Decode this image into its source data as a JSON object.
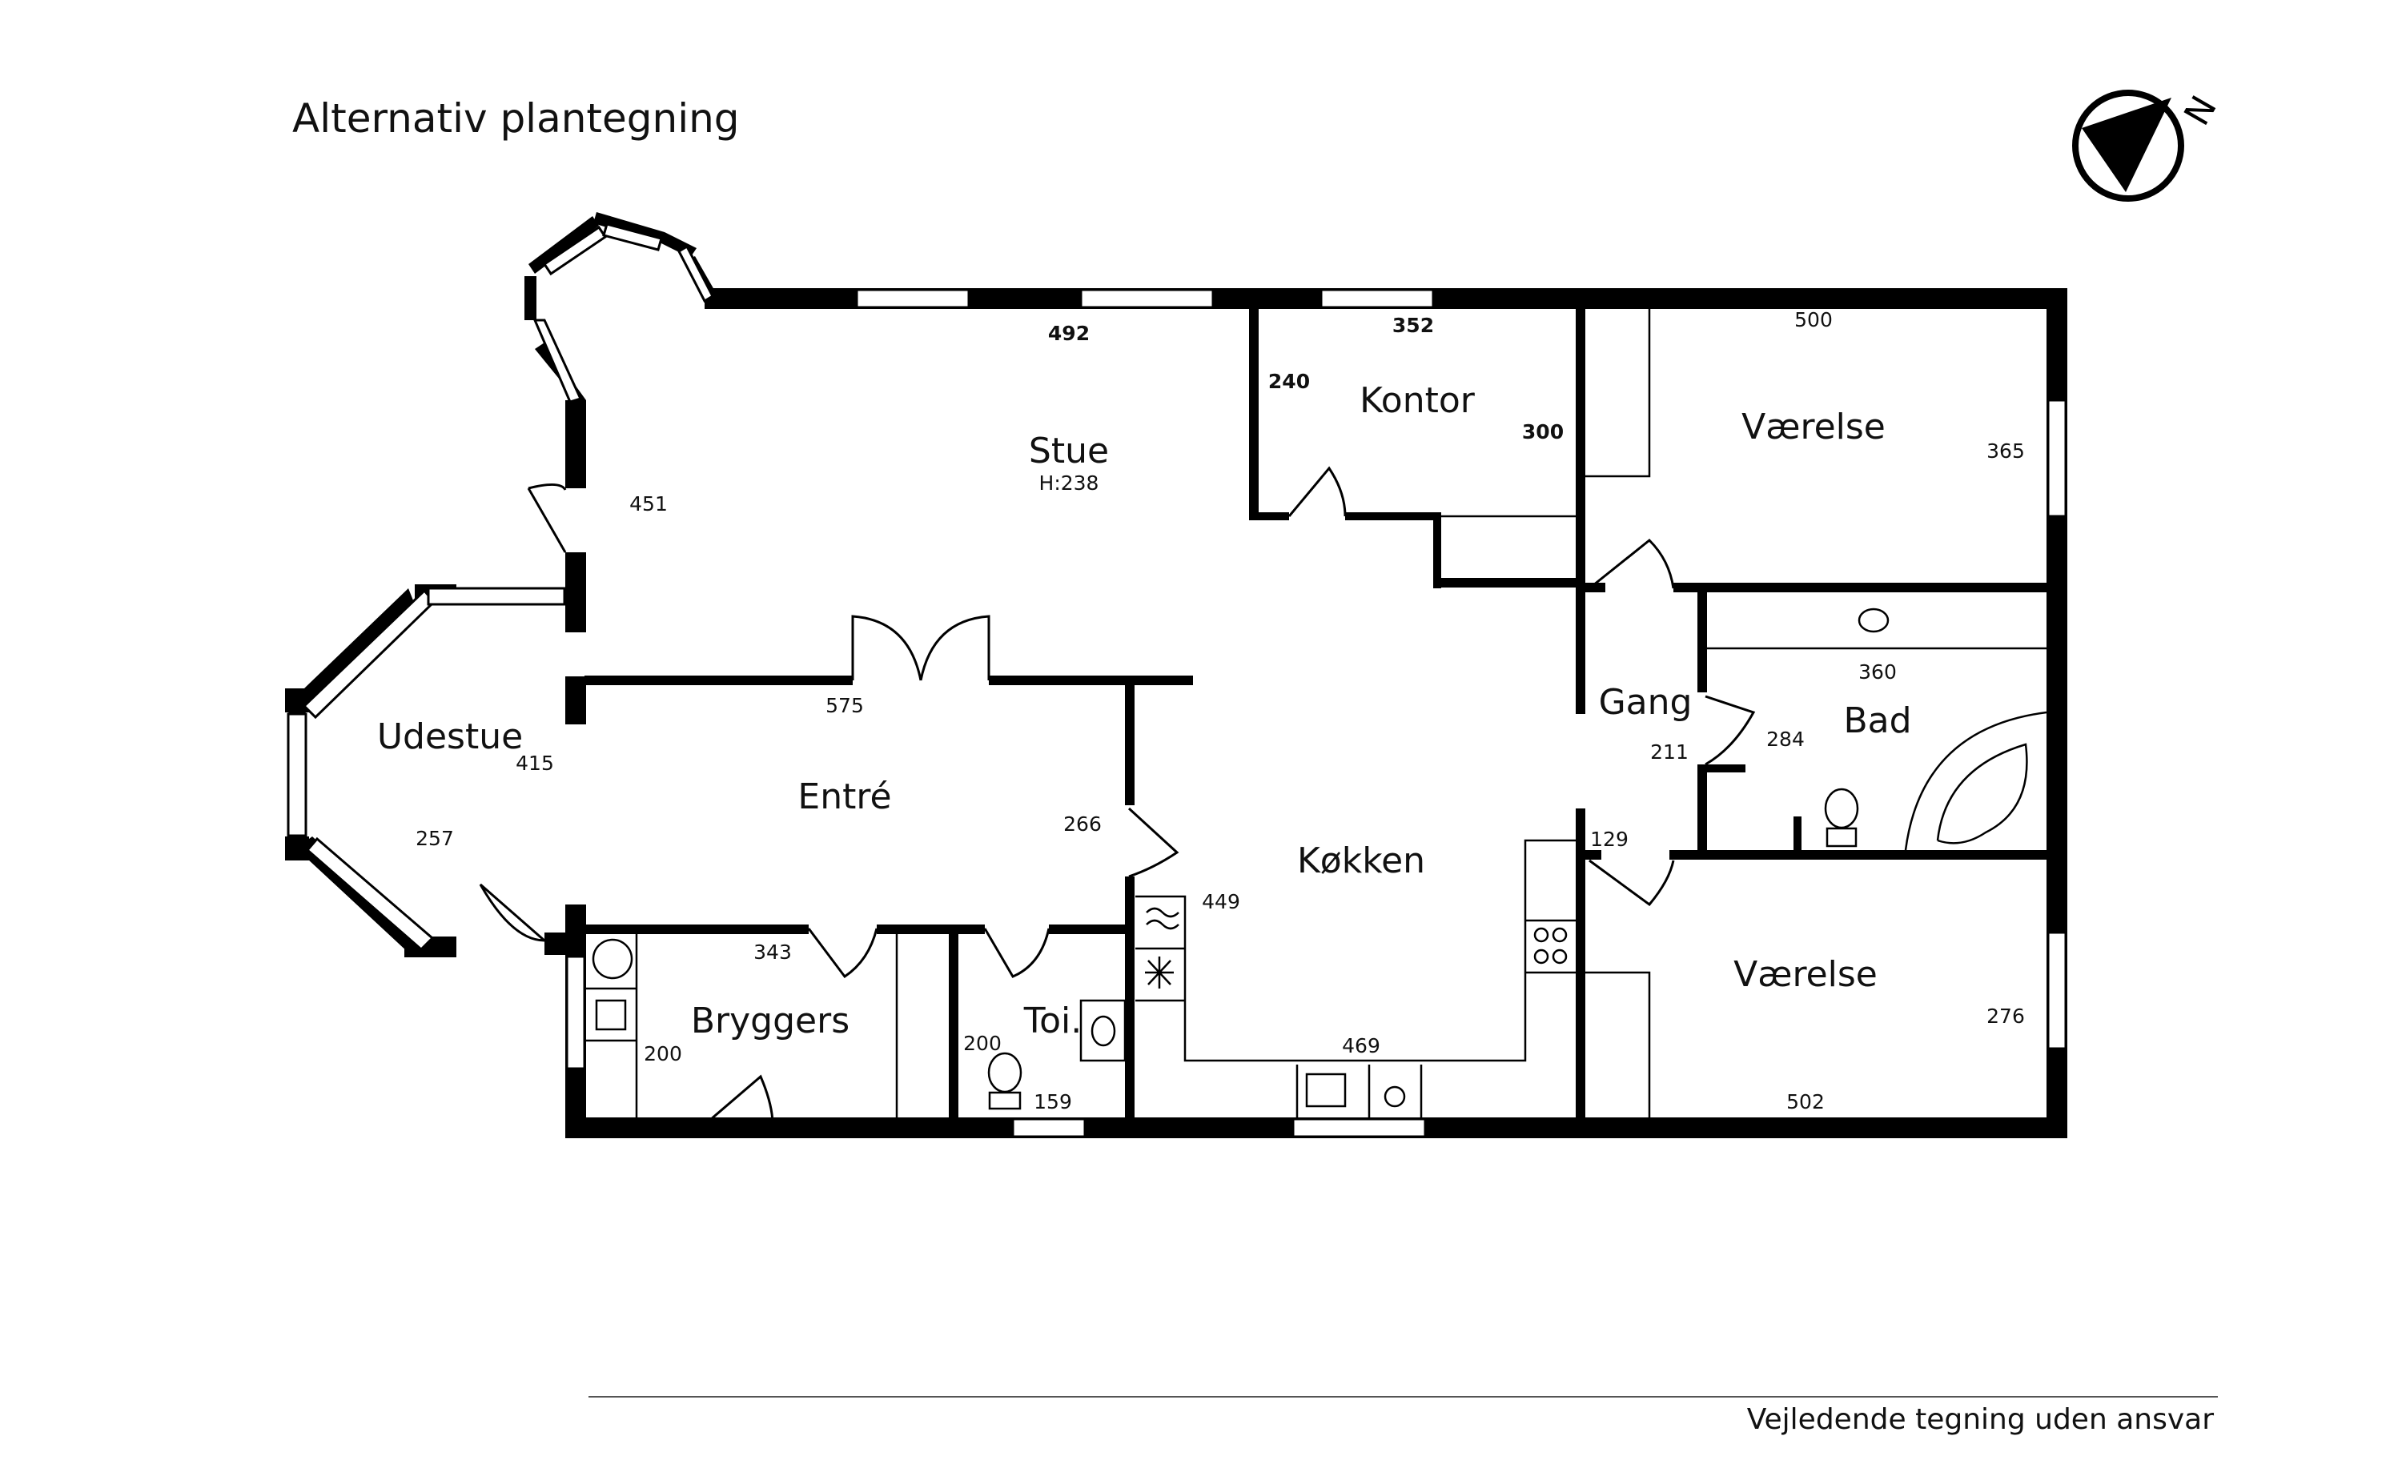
{
  "header": {
    "title": "Alternativ plantegning"
  },
  "compass": {
    "label": "N"
  },
  "rooms": {
    "stue": {
      "name": "Stue",
      "height": "H:238",
      "dims": [
        "492",
        "451"
      ]
    },
    "kontor": {
      "name": "Kontor",
      "dims": [
        "352",
        "240",
        "300"
      ]
    },
    "vaerelse_top": {
      "name": "Værelse",
      "dims": [
        "500",
        "365"
      ]
    },
    "udestue": {
      "name": "Udestue",
      "dims": [
        "415",
        "257"
      ]
    },
    "entre": {
      "name": "Entré",
      "dims": [
        "575",
        "266"
      ]
    },
    "gang": {
      "name": "Gang",
      "dims": [
        "211",
        "129"
      ]
    },
    "bad": {
      "name": "Bad",
      "dims": [
        "360",
        "284"
      ]
    },
    "koekken": {
      "name": "Køkken",
      "dims": [
        "449",
        "469"
      ]
    },
    "bryggers": {
      "name": "Bryggers",
      "dims": [
        "343",
        "200"
      ]
    },
    "toi": {
      "name": "Toi.",
      "dims": [
        "200",
        "159"
      ]
    },
    "vaerelse_bottom": {
      "name": "Værelse",
      "dims": [
        "276",
        "502"
      ]
    }
  },
  "footer": {
    "disclaimer": "Vejledende tegning uden ansvar"
  }
}
